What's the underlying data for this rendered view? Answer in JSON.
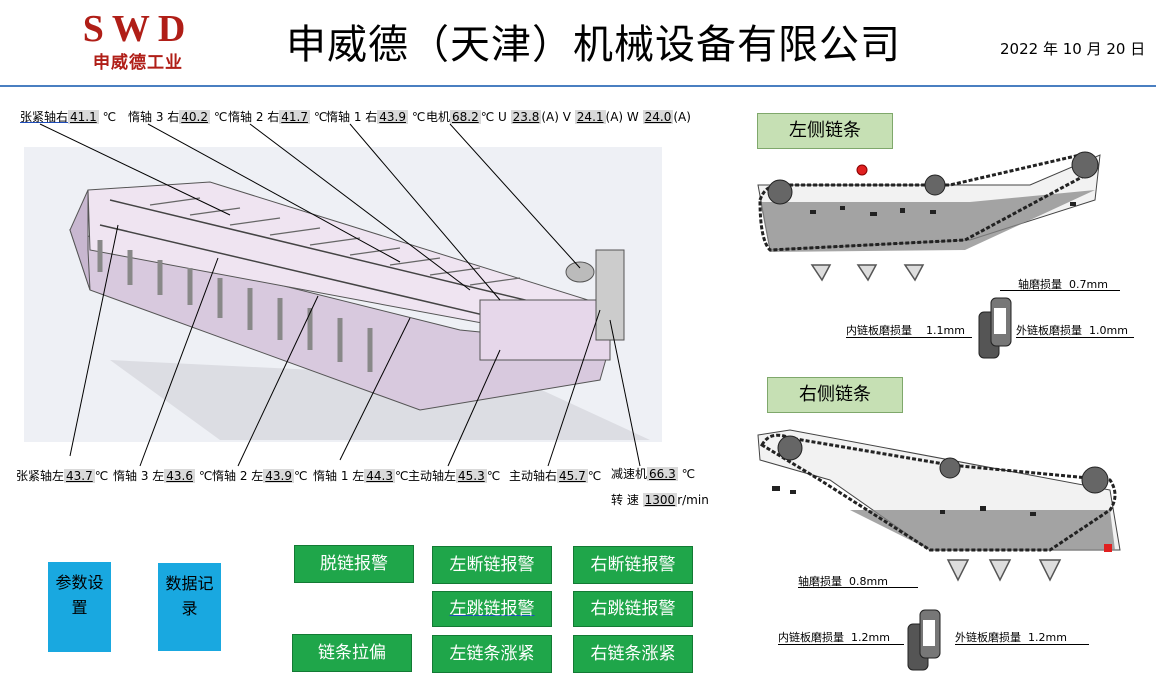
{
  "header": {
    "logo_text": "SWD",
    "logo_sub": "申威德工业",
    "title": "申威德（天津）机械设备有限公司",
    "date": "2022 年 10 月 20 日"
  },
  "top_readings": [
    {
      "label": "张紧轴右",
      "value": "41.1",
      "unit": "℃"
    },
    {
      "label": "惰轴 3 右",
      "value": "40.2",
      "unit": "℃"
    },
    {
      "label": "惰轴 2 右",
      "value": "41.7",
      "unit": "℃"
    },
    {
      "label": "惰轴 1 右",
      "value": "43.9",
      "unit": "℃"
    },
    {
      "label": "电机",
      "value": "68.2",
      "unit": "℃"
    }
  ],
  "currents": [
    {
      "label": "U",
      "value": "23.8",
      "unit": "(A)"
    },
    {
      "label": "V",
      "value": "24.1",
      "unit": "(A)"
    },
    {
      "label": "W",
      "value": "24.0",
      "unit": "(A)"
    }
  ],
  "bottom_readings": [
    {
      "label": "张紧轴左",
      "value": "43.7",
      "unit": "℃"
    },
    {
      "label": "惰轴 3 左",
      "value": "43.6",
      "unit": "℃"
    },
    {
      "label": "惰轴 2 左",
      "value": "43.9",
      "unit": "℃"
    },
    {
      "label": "惰轴 1 左",
      "value": "44.3",
      "unit": "℃"
    },
    {
      "label": "主动轴左",
      "value": "45.3",
      "unit": "℃"
    },
    {
      "label": "主动轴右",
      "value": "45.7",
      "unit": "℃"
    },
    {
      "label": "减速机",
      "value": "66.3",
      "unit": "℃"
    }
  ],
  "speed": {
    "label": "转 速",
    "value": "1300",
    "unit": "r/min"
  },
  "left_chain": {
    "title": "左侧链条",
    "shaft_wear": {
      "label": "轴磨损量",
      "value": "0.7mm"
    },
    "inner_wear": {
      "label": "内链板磨损量",
      "value": "1.1mm"
    },
    "outer_wear": {
      "label": "外链板磨损量",
      "value": "1.0mm"
    }
  },
  "right_chain": {
    "title": "右侧链条",
    "shaft_wear": {
      "label": "轴磨损量",
      "value": "0.8mm"
    },
    "inner_wear": {
      "label": "内链板磨损量",
      "value": "1.2mm"
    },
    "outer_wear": {
      "label": "外链板磨损量",
      "value": "1.2mm"
    }
  },
  "alarms": {
    "off_chain": "脱链报警",
    "left_break": "左断链报警",
    "right_break": "右断链报警",
    "left_jump": "左跳链报警",
    "right_jump": "右跳链报警",
    "deviation": "链条拉偏",
    "left_tight": "左链条涨紧",
    "right_tight": "右链条涨紧"
  },
  "nav": {
    "params": "参数设置",
    "records": "数据记录"
  },
  "colors": {
    "alarm_green": "#1fa64a",
    "nav_blue": "#19a8e0",
    "title_green": "#c6e0b4",
    "logo_red": "#b01e17",
    "header_rule": "#4a7fc1"
  }
}
